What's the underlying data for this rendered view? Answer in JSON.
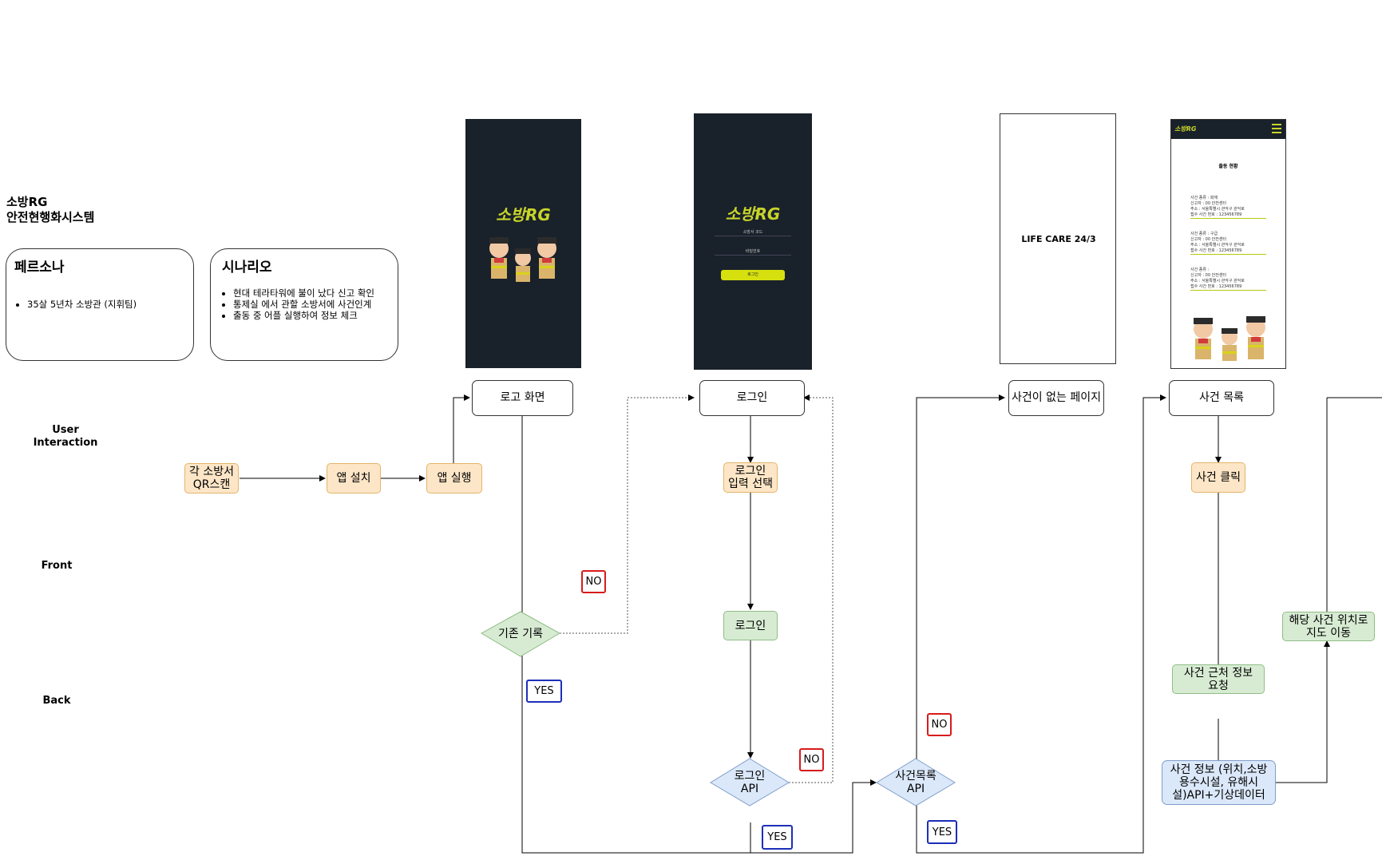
{
  "system_title": [
    "소방RG",
    "안전현행화시스템"
  ],
  "persona": {
    "heading": "페르소나",
    "items": [
      "35살 5년차 소방관 (지휘팀)"
    ]
  },
  "scenario": {
    "heading": "시나리오",
    "items": [
      "현대 테라타워에 불이 났다 신고 확인",
      "통제실 에서 관할 소방서에 사건인계",
      "출동 중 어플 실행하여 정보 체크"
    ]
  },
  "lanes": {
    "user": [
      "User",
      "Interaction"
    ],
    "front": "Front",
    "back": "Back"
  },
  "screens": {
    "app_logo": "소방RG",
    "login_logo": "소방RG",
    "login_field_code": "소방서 코드",
    "login_field_password": "비밀번호",
    "login_button": "로그인",
    "empty_title": "LIFE CARE 24/3",
    "list_header_logo": "소방RG",
    "list_title": "출동 현황",
    "list_items": [
      [
        "사건 종류 : 화재",
        "신고자 : 00 안전센터",
        "주소 : 서울특별시 관악구 관악로",
        "접수 사건 번호 : 123456789"
      ],
      [
        "사건 종류 : 구급",
        "신고자 : 00 안전센터",
        "주소 : 서울특별시 관악구 관악로",
        "접수 사건 번호 : 123456789"
      ],
      [
        "사건 종류 :",
        "신고자 : 00 안전센터",
        "주소 : 서울특별시 관악구 관악로",
        "접수 사건 번호 : 123456789"
      ]
    ]
  },
  "pages": {
    "logo_screen": "로고 화면",
    "login": "로그인",
    "no_incident": "사건이 없는 페이지",
    "incident_list": "사건 목록"
  },
  "user_actions": {
    "qr_scan": [
      "각 소방서",
      "QR스캔"
    ],
    "install": "앱 설치",
    "run": "앱 실행",
    "login_select": [
      "로그인",
      "입력 선택"
    ],
    "incident_click": "사건 클릭"
  },
  "front_actions": {
    "existing_record": "기존 기록",
    "login": "로그인",
    "nearby_request": [
      "사건 근처 정보",
      "요청"
    ],
    "map_move": [
      "해당 사건 위치로",
      "지도 이동"
    ]
  },
  "back_actions": {
    "login_api": [
      "로그인",
      "API"
    ],
    "incident_list_api": [
      "사건목록",
      "API"
    ],
    "incident_info": [
      "사건 정보 (위치,소방",
      "용수시설, 유해시",
      "설)API+기상데이터"
    ]
  },
  "tags": {
    "no": "NO",
    "yes": "YES"
  },
  "colors": {
    "screen_bg": "#19212a",
    "logo_yellow": "#c7d42a",
    "user_fill": "#fde6c7",
    "front_fill": "#d7ebd3",
    "back_fill": "#dbe8fa",
    "no_border": "#d81b1b",
    "yes_border": "#1c2fb8"
  }
}
